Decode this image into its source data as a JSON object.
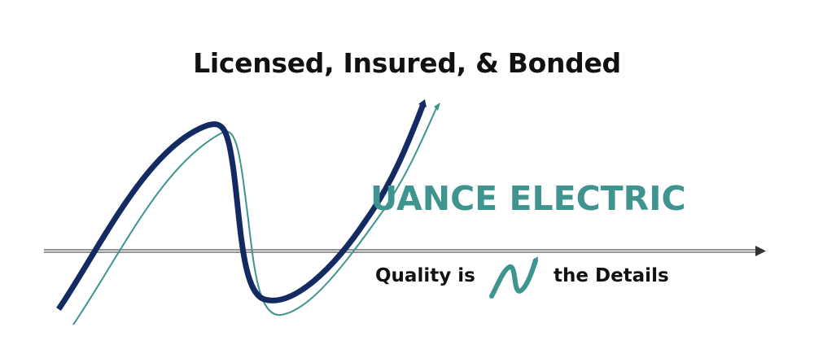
{
  "header": {
    "tagline": "Licensed, Insured, & Bonded"
  },
  "logo": {
    "brand_suffix": "UANCE ELECTRIC",
    "brand_full": "Nuance Electric",
    "icon": "waveform-n-icon"
  },
  "slogan": {
    "left": "Quality is",
    "middle_icon": "n-squiggle-icon",
    "right": "the Details"
  },
  "colors": {
    "navy": "#142a63",
    "teal": "#3f9490",
    "text": "#111111",
    "axis": "#555555"
  }
}
